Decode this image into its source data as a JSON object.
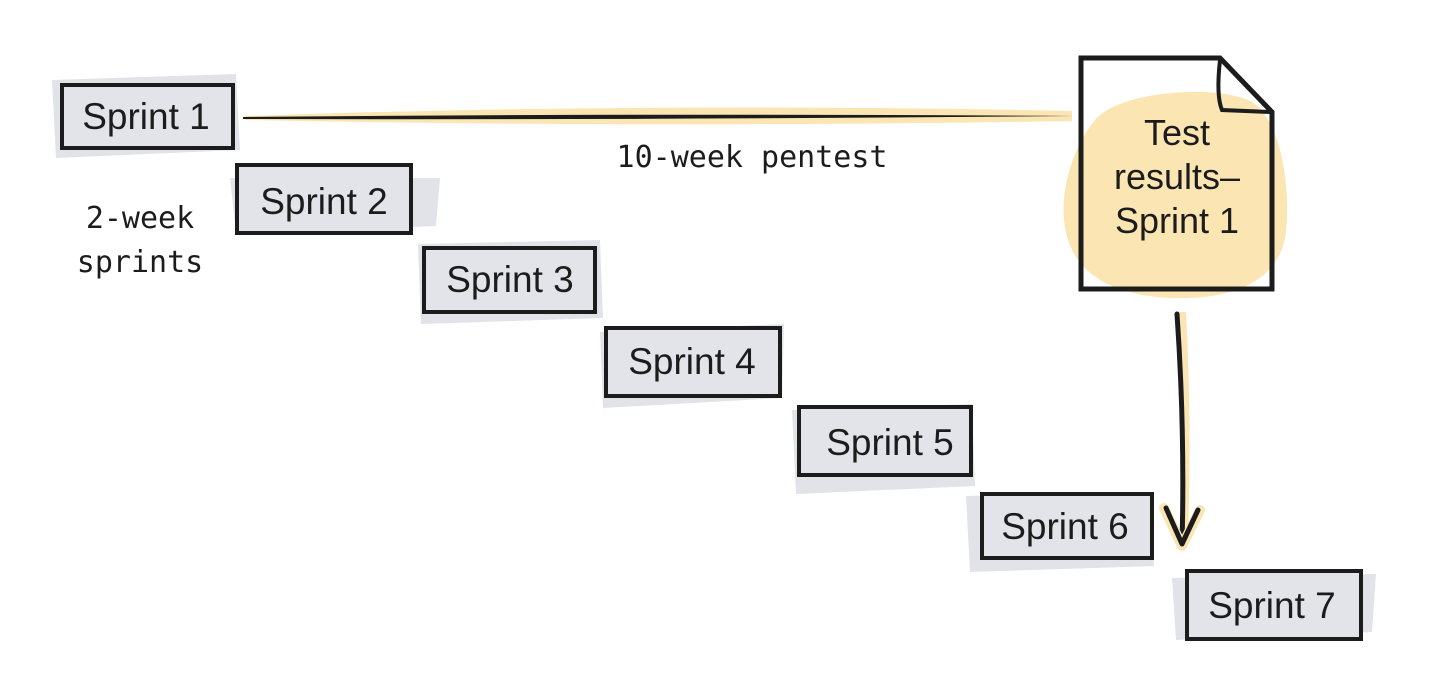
{
  "sprints": [
    {
      "label": "Sprint 1"
    },
    {
      "label": "Sprint 2"
    },
    {
      "label": "Sprint 3"
    },
    {
      "label": "Sprint 4"
    },
    {
      "label": "Sprint 5"
    },
    {
      "label": "Sprint 6"
    },
    {
      "label": "Sprint 7"
    }
  ],
  "sprint_length_caption": [
    "2-week",
    "sprints"
  ],
  "pentest_caption": "10-week pentest",
  "results_document": {
    "lines": [
      "Test",
      "results–",
      "Sprint 1"
    ]
  },
  "colors": {
    "box_fill": "#e2e4ea",
    "box_stroke": "#1c1c1c",
    "smudge": "#e1e3e9",
    "highlight": "#fbe6b3",
    "ink": "#1c1c1c",
    "background": "#ffffff"
  },
  "icons": {
    "document": "document-icon",
    "arrow": "arrow-down-icon"
  }
}
